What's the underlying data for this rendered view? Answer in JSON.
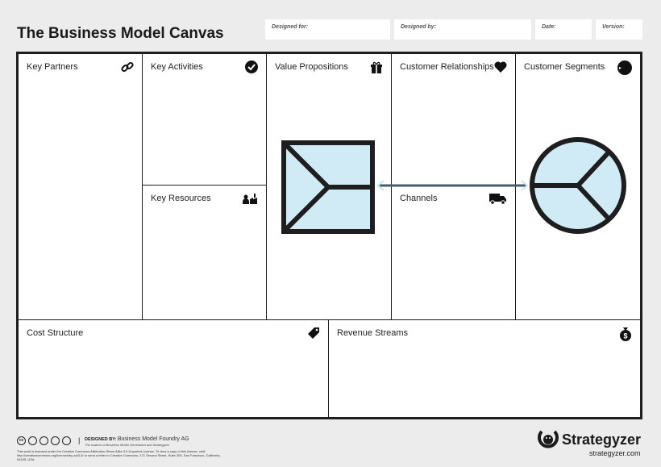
{
  "header": {
    "title": "The Business Model Canvas",
    "fields": [
      "Designed for:",
      "Designed by:",
      "Date:",
      "Version:"
    ]
  },
  "blocks": {
    "key_partners": "Key Partners",
    "key_activities": "Key Activities",
    "key_resources": "Key Resources",
    "value_propositions": "Value Propositions",
    "customer_relationships": "Customer Relationships",
    "channels": "Channels",
    "customer_segments": "Customer Segments",
    "cost_structure": "Cost Structure",
    "revenue_streams": "Revenue Streams"
  },
  "colors": {
    "shape_fill": "#d0ebf6",
    "connector": "#4a5c6a",
    "border": "#1e1e1e"
  },
  "footer": {
    "designed_by_label": "DESIGNED BY:",
    "designed_by": "Business Model Foundry AG",
    "tagline": "The makers of Business Model Generation and Strategyzer",
    "license": "This work is licensed under the Creative Commons Attribution-Share Alike 3.0 Unported License. To view a copy of this license, visit: http://creativecommons.org/licenses/by-sa/3.0/ or send a letter to Creative Commons, 171 Second Street, Suite 300, San Francisco, California, 94105, USA.",
    "brand": "Strategyzer",
    "url": "strategyzer.com"
  }
}
